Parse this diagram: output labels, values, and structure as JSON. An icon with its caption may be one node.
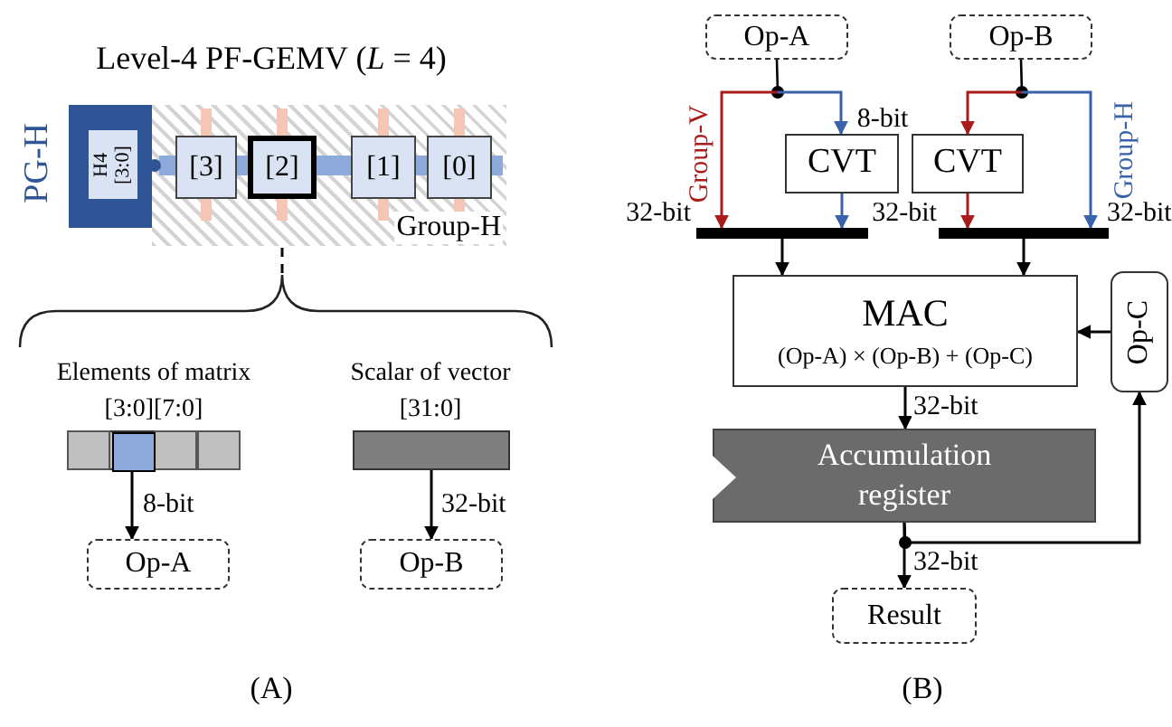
{
  "diagram": {
    "nodes": [
      {
        "text": [
          "Group-H"
        ]
      },
      {
        "text": [
          "PG-H"
        ]
      },
      {
        "text": [
          "H4 [3:0]"
        ],
        "in": 1
      },
      {
        "text": [
          "[3]"
        ],
        "in": 0
      },
      {
        "text": [
          "[2]"
        ],
        "in": 0
      },
      {
        "text": [
          "[1]"
        ],
        "in": 0
      },
      {
        "text": [
          "[0]"
        ],
        "in": 0
      },
      {
        "text": [],
        "shape": "bar",
        "beside": [
          "Elements of matrix [3:0][7:0]"
        ]
      },
      {
        "text": [],
        "shape": "box",
        "in": 7
      },
      {
        "text": [],
        "shape": "bar",
        "beside": [
          "Scalar of vector [31:0]"
        ]
      },
      {
        "text": [
          "Op-A"
        ]
      },
      {
        "text": [
          "Op-B"
        ]
      },
      {
        "text": [
          "Op-A"
        ]
      },
      {
        "text": [
          "Op-B"
        ]
      },
      {
        "text": [
          "CVT"
        ]
      },
      {
        "text": [
          "CVT"
        ]
      },
      {
        "text": [],
        "shape": "bar"
      },
      {
        "text": [],
        "shape": "bar"
      },
      {
        "text": [
          "MAC",
          "(Op-A) × (Op-B) + (Op-C)"
        ]
      },
      {
        "text": [
          "Op-C"
        ]
      },
      {
        "text": [
          "Accumulation register"
        ]
      },
      {
        "text": [
          "Result"
        ]
      },
      {
        "text": [],
        "shape": "brace"
      }
    ],
    "edges": [
      {
        "from": 8,
        "to": 10,
        "arrow": "to",
        "label": "8-bit"
      },
      {
        "from": 4,
        "to": 22,
        "arrow": "none",
        "style": "dashed"
      },
      {
        "from": 12,
        "to": 16,
        "arrow": "to",
        "color": "#a81c1c"
      },
      {
        "from": 12,
        "to": 14,
        "arrow": "to",
        "color": "#3a62aa"
      },
      {
        "from": 14,
        "to": 16,
        "arrow": "to",
        "color": "#3a62aa"
      },
      {
        "from": 13,
        "to": 15,
        "arrow": "to",
        "color": "#a81c1c"
      },
      {
        "from": 13,
        "to": 17,
        "arrow": "to",
        "color": "#3a62aa"
      },
      {
        "from": 15,
        "to": 17,
        "arrow": "to",
        "color": "#a81c1c"
      },
      {
        "from": 16,
        "to": 18,
        "arrow": "to"
      },
      {
        "from": 17,
        "to": 18,
        "arrow": "to"
      },
      {
        "from": 19,
        "to": 18,
        "arrow": "to"
      },
      {
        "from": 18,
        "to": 20,
        "arrow": "to",
        "label": "32-bit"
      },
      {
        "from": 20,
        "to": 21,
        "arrow": "to",
        "label": "32-bit"
      },
      {
        "from": 20,
        "to": 19,
        "arrow": "to"
      },
      {
        "from": 9,
        "to": 11,
        "arrow": "to",
        "label": "32-bit"
      }
    ],
    "labels": [
      "Level-4 PF-GEMV (*L* = 4)",
      "(A)",
      "Group-V",
      "8-bit",
      "32-bit",
      "32-bit",
      "Group-H",
      "32-bit",
      "(B)"
    ]
  }
}
